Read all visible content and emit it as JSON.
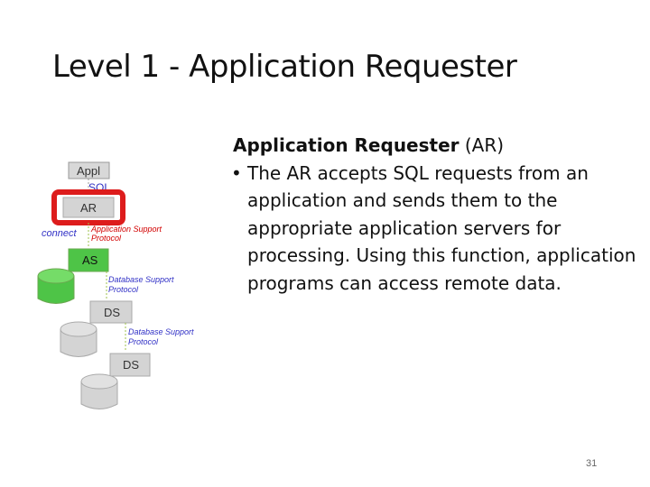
{
  "slide": {
    "title": "Level 1 - Application Requester",
    "heading_bold": "Application Requester",
    "heading_normal": " (AR)",
    "bullet": "•",
    "body": "The AR accepts SQL requests from an application and sends them to the appropriate application servers for processing. Using this function, application programs can access remote data.",
    "page_number": "31"
  },
  "diagram": {
    "appl": "Appl",
    "sql": "SQL",
    "ar": "AR",
    "connect": "connect",
    "protocol1_line1": "Application Support",
    "protocol1_line2": "Protocol",
    "as": "AS",
    "protocol2_line1": "Database Support",
    "protocol2_line2": "Protocol",
    "ds1": "DS",
    "protocol3_line1": "Database Support",
    "protocol3_line2": "Protocol",
    "ds2": "DS",
    "colors": {
      "highlight": "#dd1c1c",
      "green": "#4ec447",
      "gray": "#d4d4d4",
      "red_text": "#d20000",
      "blue_text": "#3131c6"
    }
  }
}
